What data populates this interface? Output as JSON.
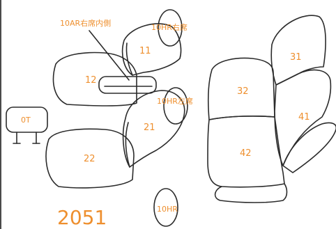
{
  "diagram": {
    "code": "2051",
    "colors": {
      "label": "#ee8f2e",
      "outline": "#2b2b2b"
    },
    "labels": {
      "seat_11": "11",
      "seat_12": "12",
      "seat_21": "21",
      "seat_22": "22",
      "seat_31": "31",
      "seat_32": "32",
      "seat_41": "41",
      "seat_42": "42",
      "headrest_0t": "0T",
      "armrest_10ar_right_inner": "10AR右席内側",
      "headrest_10hr_right": "10HR右席",
      "headrest_10hr_left": "10HR左席",
      "headrest_10hr": "10HR"
    }
  }
}
